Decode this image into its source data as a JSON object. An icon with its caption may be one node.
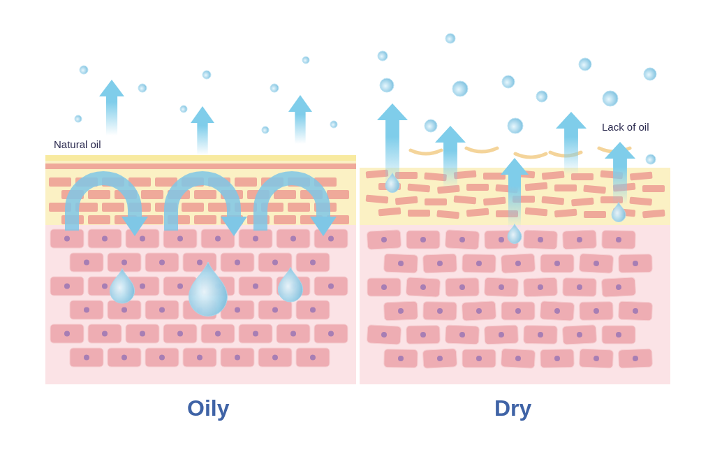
{
  "diagram": {
    "labels": [
      "Natural oil",
      "Lack of oil",
      "Oily",
      "Dry"
    ]
  }
}
